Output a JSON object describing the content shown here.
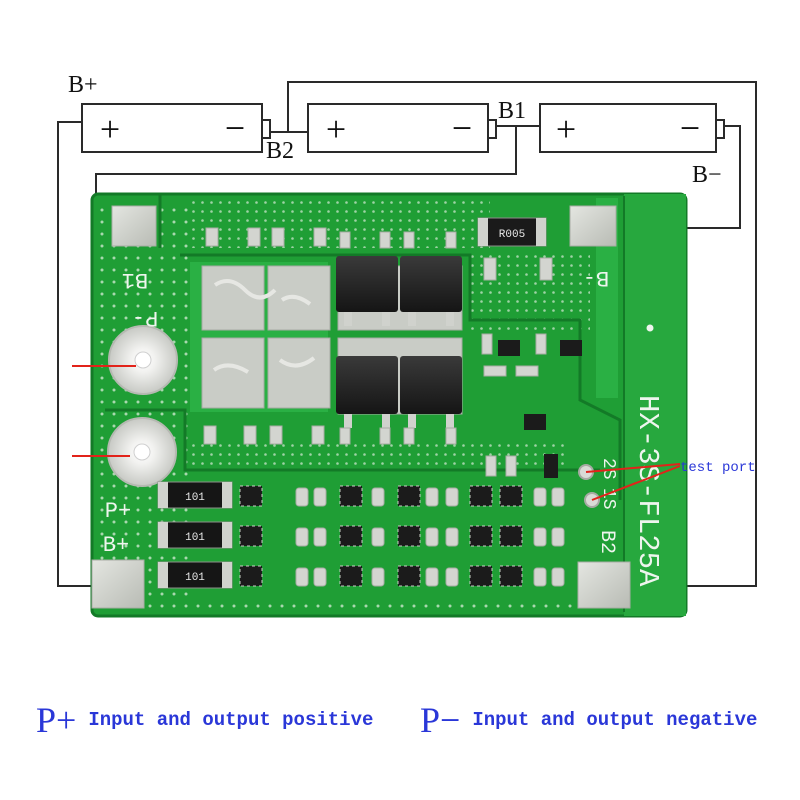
{
  "wiring": {
    "b_plus": "B+",
    "b2": "B2",
    "b1": "B1",
    "b_minus": "B−",
    "plus_sign": "+",
    "minus_sign": "−"
  },
  "board": {
    "model_text": "HX-3S-FL25A",
    "pad_b1": "B1",
    "pad_p_minus": "P-",
    "pad_p_plus": "P+",
    "pad_b_plus": "B+",
    "pad_b_minus": "B-",
    "pad_b2": "B2",
    "test_2s": "2S",
    "test_1s": "1S",
    "shunt_code": "R005",
    "resistor_code": "101"
  },
  "annotation": {
    "test_port": "test port"
  },
  "legend": {
    "p_plus_symbol": "P+",
    "p_plus_text": "Input and output positive",
    "p_minus_symbol": "P−",
    "p_minus_text": "Input and output negative"
  },
  "colors": {
    "pcb": "#1f9e35",
    "pcb_dark": "#137a27",
    "pcb_light": "#33b24a",
    "silkscreen": "#eef5ee",
    "pad": "#cfd2cc",
    "wire": "#2a2a2a",
    "annotation_line": "#e2231a",
    "legend_text": "#2a37d8"
  }
}
